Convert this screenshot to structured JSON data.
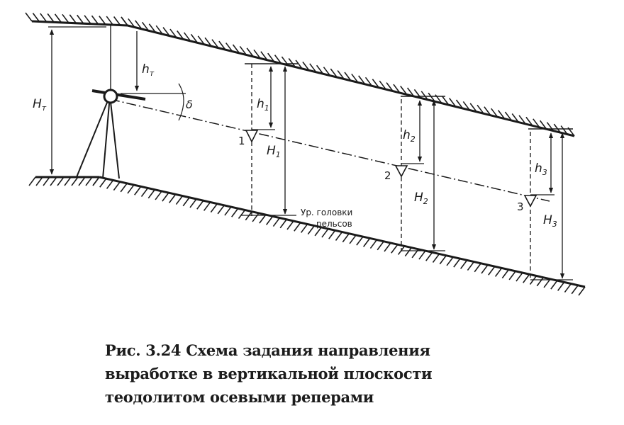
{
  "figure": {
    "labels": {
      "h_t": "h",
      "h_t_sub": "т",
      "H_t": "H",
      "H_t_sub": "т",
      "delta": "δ",
      "h1": "h",
      "h1_sub": "1",
      "h2": "h",
      "h2_sub": "2",
      "h3": "h",
      "h3_sub": "3",
      "H1": "H",
      "H1_sub": "1",
      "H2": "H",
      "H2_sub": "2",
      "H3": "H",
      "H3_sub": "3",
      "point1": "1",
      "point2": "2",
      "point3": "3",
      "rail_note_line1": "Ур. головки",
      "rail_note_line2": "рельсов"
    }
  },
  "caption": {
    "line1": "Рис. 3.24 Схема задания направления",
    "line2": "выработке в вертикальной плоскости",
    "line3": "теодолитом осевыми реперами"
  }
}
